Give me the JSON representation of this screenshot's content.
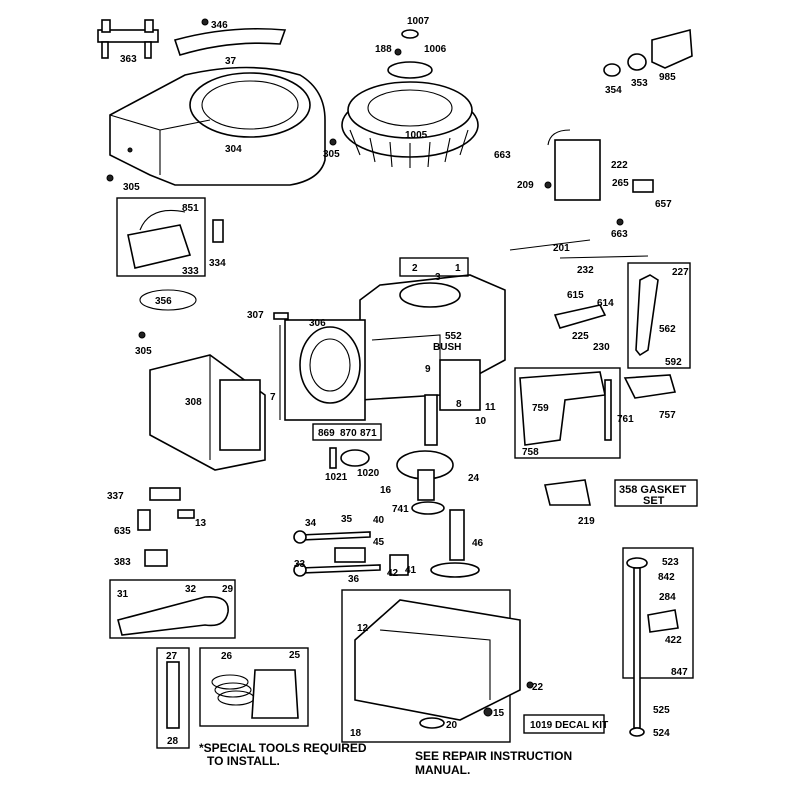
{
  "diagram": {
    "labels": {
      "p363": "363",
      "p346": "346",
      "p37": "37",
      "p1007": "1007",
      "p188": "188",
      "p1006": "1006",
      "p1005": "1005",
      "p304": "304",
      "p305a": "305",
      "p305b": "305",
      "p305c": "305",
      "p354": "354",
      "p353": "353",
      "p985": "985",
      "p663a": "663",
      "p222": "222",
      "p209": "209",
      "p265": "265",
      "p657": "657",
      "p663b": "663",
      "p201": "201",
      "p232": "232",
      "p227": "227",
      "p615": "615",
      "p614": "614",
      "p225": "225",
      "p230": "230",
      "p562": "562",
      "p592": "592",
      "p851": "851",
      "p333": "333",
      "p334": "334",
      "p356": "356",
      "p307": "307",
      "p2": "2",
      "p1": "1",
      "p3": "3",
      "p306": "306",
      "p552": "552",
      "bush": "BUSH",
      "p7": "7",
      "p9": "9",
      "p8": "8",
      "p11": "11",
      "p10": "10",
      "p308": "308",
      "p869": "869",
      "p870": "870",
      "p871": "871",
      "p1021": "1021",
      "p1020": "1020",
      "p16": "16",
      "p24": "24",
      "p741": "741",
      "p759": "759",
      "p761": "761",
      "p757": "757",
      "p758": "758",
      "p219": "219",
      "p358": "358 GASKET",
      "p358b": "SET",
      "p337": "337",
      "p13": "13",
      "p635": "635",
      "p383": "383",
      "p34": "34",
      "p35": "35",
      "p40": "40",
      "p45": "45",
      "p46": "46",
      "p33": "33",
      "p36": "36",
      "p42": "42",
      "p41": "41",
      "p31": "31",
      "p32": "32",
      "p29": "29",
      "p523": "523",
      "p842": "842",
      "p284": "284",
      "p422": "422",
      "p847": "847",
      "p525": "525",
      "p524": "524",
      "p27": "27",
      "p28": "28",
      "p26": "26",
      "p25": "25",
      "p12": "12",
      "p18": "18",
      "p20": "20",
      "p15": "15",
      "p22": "22",
      "p1019": "1019 DECAL KIT"
    },
    "notes": {
      "special_tools_1": "*SPECIAL TOOLS REQUIRED",
      "special_tools_2": "TO INSTALL.",
      "repair_manual_1": "SEE REPAIR INSTRUCTION",
      "repair_manual_2": "MANUAL."
    }
  }
}
